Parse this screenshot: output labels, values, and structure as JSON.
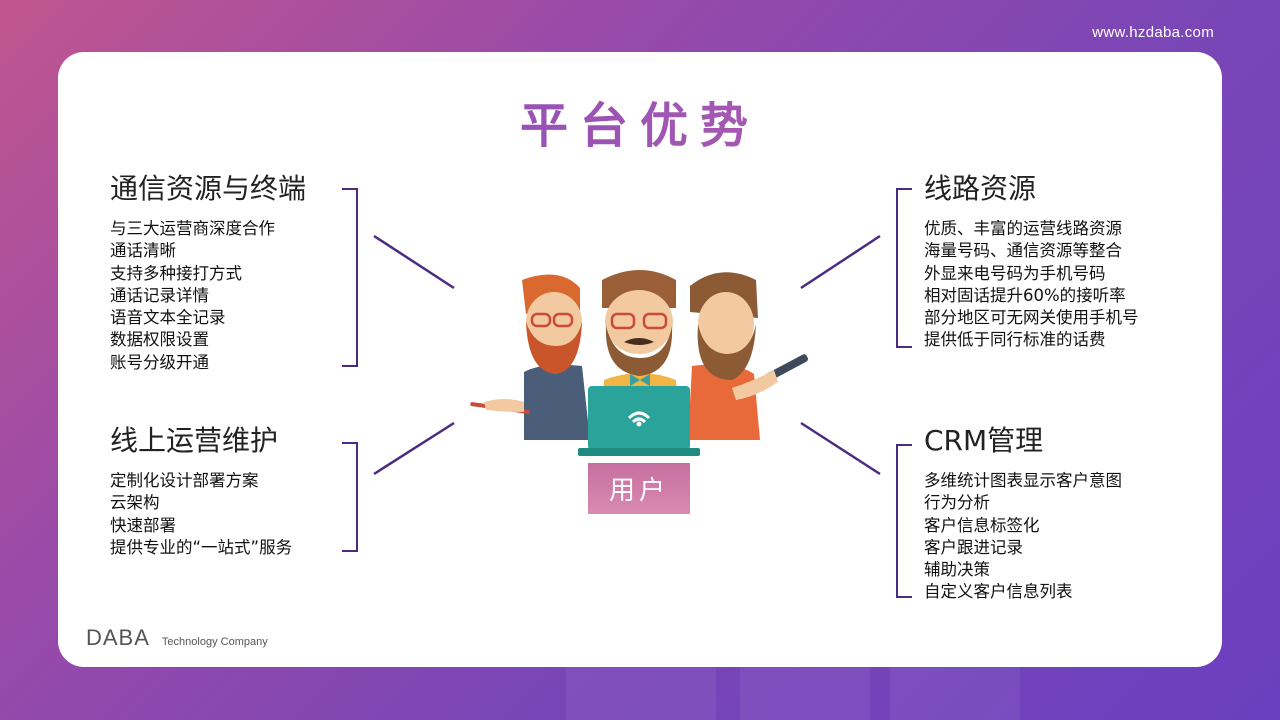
{
  "website": "www.hzdaba.com",
  "title": "平台优势",
  "sections": {
    "communication": {
      "heading": "通信资源与终端",
      "items": [
        "与三大运营商深度合作",
        "通话清晰",
        "支持多种接打方式",
        "通话记录详情",
        "语音文本全记录",
        "数据权限设置",
        "账号分级开通"
      ]
    },
    "lines": {
      "heading": "线路资源",
      "items": [
        "优质、丰富的运营线路资源",
        "海量号码、通信资源等整合",
        "外显来电号码为手机号码",
        "相对固话提升60%的接听率",
        "部分地区可无网关使用手机号",
        "提供低于同行标准的话费"
      ]
    },
    "operations": {
      "heading": "线上运营维护",
      "items": [
        "定制化设计部署方案",
        "云架构",
        "快速部署",
        "提供专业的“一站式”服务"
      ]
    },
    "crm": {
      "heading": "CRM管理",
      "items": [
        "多维统计图表显示客户意图",
        "行为分析",
        "客户信息标签化",
        "客户跟进记录",
        "辅助决策",
        "自定义客户信息列表"
      ]
    }
  },
  "center": {
    "label": "用户"
  },
  "brand": {
    "name": "DABA",
    "tagline": "Technology Company"
  },
  "colors": {
    "title_start": "#7a45c0",
    "title_end": "#c265a6",
    "brace": "#4a2b82",
    "label_bg": "#c66fa1"
  }
}
